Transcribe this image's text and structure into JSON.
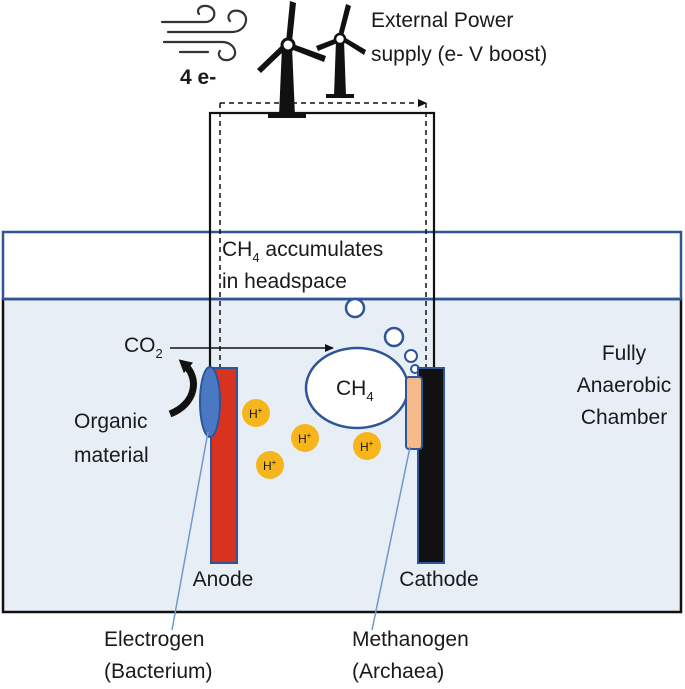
{
  "power": {
    "electrons": "4 e-",
    "label_line1": "External Power",
    "label_line2": "supply (e- V boost)"
  },
  "headspace": {
    "ch4_main": "CH",
    "ch4_sub": "4",
    "line1_rest": " accumulates",
    "line2": "in headspace"
  },
  "chamber": {
    "line1": "Fully",
    "line2": "Anaerobic",
    "line3": "Chamber"
  },
  "co2": {
    "main": "CO",
    "sub": "2"
  },
  "organic": {
    "line1": "Organic",
    "line2": "material"
  },
  "methane_bubble": {
    "main": "CH",
    "sub": "4"
  },
  "protons": {
    "label": "H",
    "sup": "+"
  },
  "anode": {
    "label": "Anode"
  },
  "cathode": {
    "label": "Cathode"
  },
  "electrogen": {
    "line1": "Electrogen",
    "line2": "(Bacterium)"
  },
  "methanogen": {
    "line1": "Methanogen",
    "line2": "(Archaea)"
  },
  "colors": {
    "chamber_border": "#2e5597",
    "liquid": "#e8eef6",
    "anode": "#d9321f",
    "cathode": "#111111",
    "bacterium": "#4a78c2",
    "archaea": "#f5b98a",
    "proton": "#f5b51b"
  }
}
